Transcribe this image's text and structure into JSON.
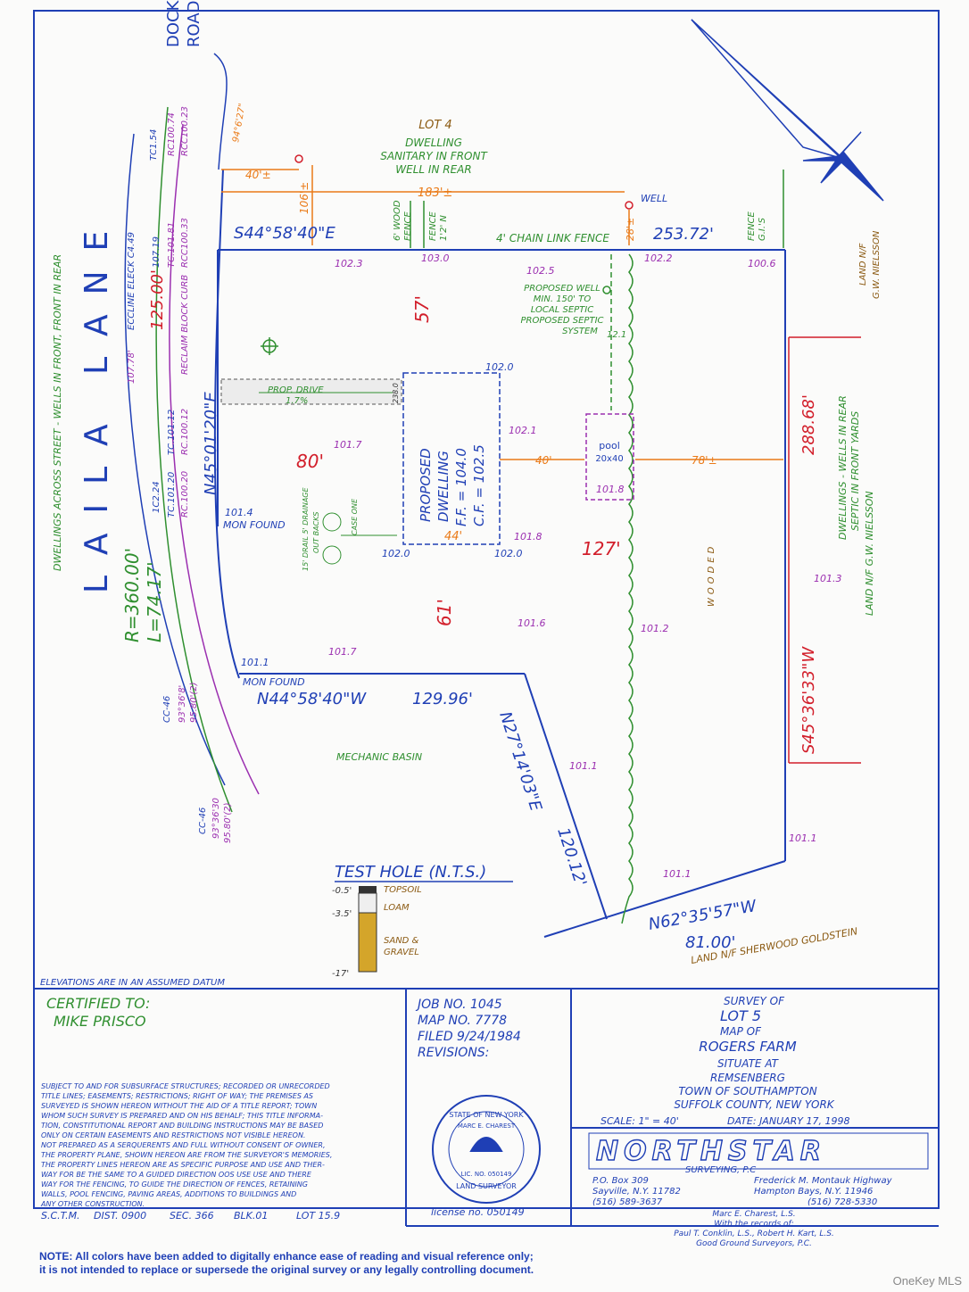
{
  "road": {
    "dock_road": [
      "DOCK",
      "ROAD"
    ],
    "laila_lane": "LAILA LANE",
    "bearing_top": "94°6'27\"",
    "tc1": "TC1.54",
    "rc1": "RC100.74",
    "rcc1": "RCC100.23",
    "tc2": "107.19",
    "tc2b": "TC.101.81",
    "rcc2": "RCC100.33",
    "elev_a": "107.78'",
    "tc3": "TC.101.12",
    "rc3": "RC.100.12",
    "rc4": "TC.101.20",
    "rc4b": "RC.100.20",
    "c224": "1C2.24",
    "curb_text": "RECLAIM BLOCK CURB",
    "elec_text": "ECCLINE ELECK C4.49",
    "wells_note": "DWELLINGS ACROSS STREET - WELLS IN FRONT, FRONT IN REAR",
    "radius": "R=360.00'",
    "length": "L=74.17'",
    "cc46a": "CC-46",
    "cc46a_v1": "93°36'8'",
    "cc46a_v2": "95.80'(2)",
    "cc46b": "CC-46",
    "cc46b_v1": "93°36'30",
    "cc46b_v2": "95.80'(2)"
  },
  "lot4": {
    "title": "LOT 4",
    "l1": "DWELLING",
    "l2": "SANITARY IN FRONT",
    "l3": "WELL IN REAR"
  },
  "dims": {
    "d40": "40'±",
    "d106": "106'±",
    "d183": "183'±",
    "well": "WELL",
    "d28": "28'±",
    "d40b": "40'",
    "d78": "78'±",
    "d44": "44'",
    "d57": "57'",
    "d80": "80'",
    "d61": "61'",
    "d127": "127'",
    "d12": "12.1"
  },
  "bearings": {
    "north": "S44°58'40\"E",
    "north_len": "253.72'",
    "west": "N45°01'20\"E",
    "west_len": "125.00'",
    "east": "S45°36'33\"W",
    "east_len": "288.68'",
    "mid": "N44°58'40\"W",
    "mid_len": "129.96'",
    "diag": "N27°14'03\"E",
    "diag_len": "120.12'",
    "south": "N62°35'57\"W",
    "south_len": "81.00'"
  },
  "fences": {
    "wood": [
      "6' WOOD",
      "FENCE"
    ],
    "fence2": [
      "FENCE",
      "1'2' N"
    ],
    "chain": "4' CHAIN LINK FENCE",
    "gis": [
      "FENCE",
      "G.I.'S"
    ]
  },
  "elevations": {
    "e1023": "102.3",
    "e1030": "103.0",
    "e1025": "102.5",
    "e1022": "102.2",
    "e1006": "100.6",
    "e1020a": "102.0",
    "e1021": "102.1",
    "e1017a": "101.7",
    "e1014": "101.4",
    "e1018": "101.8",
    "e1020b": "102.0",
    "e1020c": "102.0",
    "e1018b": "101.8",
    "e1016": "101.6",
    "e1012": "101.2",
    "e1017b": "101.7",
    "e1011a": "101.1",
    "e1013": "101.3",
    "e1011b": "101.1",
    "e1011c": "101.1",
    "e1011d": "101.1",
    "e1238": "238.0"
  },
  "labels": {
    "prop_well": [
      "PROPOSED WELL",
      "MIN. 150' TO",
      "LOCAL SEPTIC",
      "PROPOSED SEPTIC",
      "SYSTEM"
    ],
    "prop_drive": "PROP. DRIVE",
    "drive_grade": "1.7%",
    "dwelling": [
      "PROPOSED",
      "DWELLING",
      "F.F. = 104.0",
      "C.F. = 102.5"
    ],
    "pool": [
      "pool",
      "20x40"
    ],
    "mon_found1": "MON FOUND",
    "mon_found2": "MON FOUND",
    "wooded": "WOODED",
    "mechanic_basin": "MECHANIC BASIN",
    "drain_note": [
      "15' DRAIL 5' DRAINAGE",
      "OUT BACKS",
      "CASE ONE"
    ],
    "land_nielsson1": [
      "LAND N/F",
      "G.W. NIELSSON"
    ],
    "right_note": [
      "DWELLINGS - WELLS IN REAR",
      "SEPTIC IN FRONT YARDS"
    ],
    "land_nielsson2": "LAND N/F G.W. NIELSSON",
    "sherwood": "LAND N/F SHERWOOD GOLDSTEIN"
  },
  "test_hole": {
    "title": "TEST HOLE (N.T.S.)",
    "d1": "-0.5'",
    "d2": "-3.5'",
    "d3": "-17'",
    "topsoil": "TOPSOIL",
    "loam": "LOAM",
    "sand": "SAND &",
    "gravel": "GRAVEL"
  },
  "datum_note": "ELEVATIONS ARE IN AN ASSUMED DATUM",
  "title_block": {
    "certified_to": "CERTIFIED TO:",
    "client": "MIKE PRISCO",
    "disclaimer": [
      "SUBJECT TO AND FOR SUBSURFACE STRUCTURES; RECORDED OR UNRECORDED",
      "TITLE LINES; EASEMENTS; RESTRICTIONS; RIGHT OF WAY; THE PREMISES AS",
      "SURVEYED IS SHOWN HEREON WITHOUT THE AID OF A TITLE REPORT; TOWN",
      "WHOM SUCH SURVEY IS PREPARED AND ON HIS BEHALF; THIS TITLE INFORMA-",
      "TION, CONSTITUTIONAL REPORT AND BUILDING INSTRUCTIONS MAY BE BASED",
      "ONLY ON CERTAIN EASEMENTS AND RESTRICTIONS NOT VISIBLE HEREON.",
      "NOT PREPARED AS A SERQUERENTS AND FULL WITHOUT CONSENT OF OWNER,",
      "THE PROPERTY PLANE, SHOWN HEREON ARE FROM THE SURVEYOR'S MEMORIES,",
      "THE PROPERTY LINES HEREON ARE AS SPECIFIC PURPOSE AND USE AND THER-",
      "WAY FOR BE THE SAME TO A GUIDED DIRECTION OOS USE USE AND THERE",
      "WAY FOR THE FENCING, TO GUIDE THE DIRECTION OF FENCES, RETAINING",
      "WALLS, POOL FENCING, PAVING AREAS, ADDITIONS TO BUILDINGS AND",
      "ANY OTHER CONSTRUCTION."
    ],
    "sctm": [
      "S.C.T.M.",
      "DIST. 0900",
      "SEC. 366",
      "BLK.01",
      "LOT 15.9"
    ],
    "job_no": "JOB NO. 1045",
    "map_no": "MAP NO. 7778",
    "filed": "FILED 9/24/1984",
    "revisions": "REVISIONS:",
    "seal_top": "STATE OF NEW YORK",
    "seal_name": "MARC E. CHAREST",
    "seal_lic": "LIC. NO. 050149",
    "seal_bottom": "LAND SURVEYOR",
    "license": "license no. 050149",
    "survey": [
      "SURVEY OF",
      "LOT 5",
      "MAP OF",
      "ROGERS FARM",
      "SITUATE AT",
      "REMSENBERG",
      "TOWN OF SOUTHAMPTON",
      "SUFFOLK COUNTY, NEW YORK"
    ],
    "scale": "SCALE: 1\" = 40'",
    "date": "DATE: JANUARY 17, 1998",
    "company": "NORTHSTAR",
    "company_sub": "SURVEYING, P.C",
    "addr_left": [
      "P.O. Box 309",
      "Sayville, N.Y. 11782",
      "(516) 589-3637"
    ],
    "addr_right": [
      "Frederick M. Montauk Highway",
      "Hampton Bays, N.Y. 11946",
      "(516) 728-5330"
    ],
    "surveyor": "Marc E. Charest, L.S.",
    "records": [
      "With the records of:",
      "Paul T. Conklin, L.S.,     Robert H. Kart, L.S.",
      "Good Ground Surveyors, P.C."
    ]
  },
  "note": [
    "NOTE: All colors have been added to digitally enhance ease of reading and visual reference only;",
    "it is not intended to replace or supersede the original survey or any legally controlling document."
  ],
  "watermark": "OneKey MLS"
}
